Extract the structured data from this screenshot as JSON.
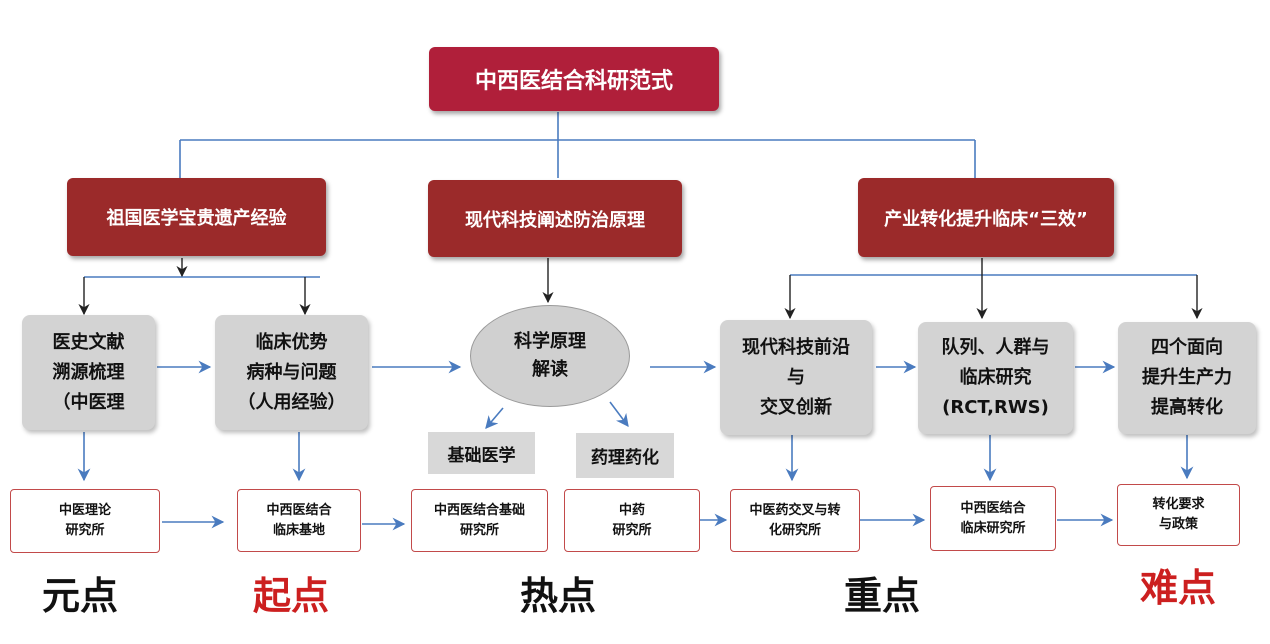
{
  "title": "中西医结合科研范式",
  "categories": {
    "heritage": "祖国医学宝贵遗产经验",
    "modern_science": "现代科技阐述防治原理",
    "industry": "产业转化提升临床“三效”"
  },
  "research_steps": {
    "history": "医史文献\n溯源梳理\n（中医理",
    "clinical": "临床优势\n病种与问题\n（人用经验）",
    "principle": "科学原理\n解读",
    "basic_medicine": "基础医学",
    "pharmacology": "药理药化",
    "frontier": "现代科技前沿\n与\n交叉创新",
    "cohort": "队列、人群与\n临床研究\n(RCT,RWS)",
    "four_orientations": "四个面向\n提升生产力\n提高转化"
  },
  "institutes": {
    "tcm_theory": "中医理论\n研究所",
    "clinical_base": "中西医结合\n临床基地",
    "basic_institute": "中西医结合基础\n研究所",
    "tcm_drug": "中药\n研究所",
    "cross_translation": "中医药交叉与转\n化研究所",
    "clinical_institute": "中西医结合\n临床研究所",
    "policy": "转化要求\n与政策"
  },
  "points": {
    "origin": "元点",
    "start": "起点",
    "hot": "热点",
    "focus": "重点",
    "difficult": "难点"
  },
  "colors": {
    "title_red": "#b01f3a",
    "category_red": "#9b2a2a",
    "node_grey": "#d3d3d3",
    "institute_border": "#c24a4a",
    "connector_blue": "#4a7bbf",
    "arrow_dark": "#222222",
    "label_black": "#111111",
    "label_red": "#cc1f1f"
  }
}
